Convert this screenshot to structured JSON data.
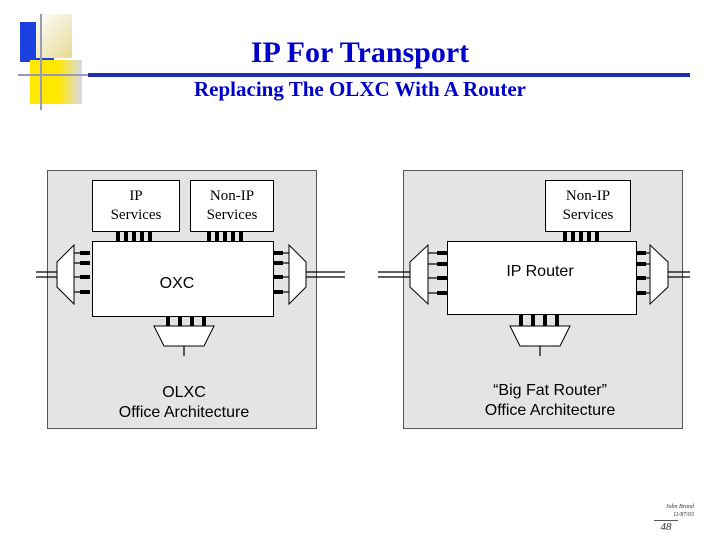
{
  "header": {
    "title": "IP For Transport",
    "subtitle": "Replacing The OLXC With A Router"
  },
  "left_panel": {
    "service_box_1": "IP\nServices",
    "service_box_2": "Non-IP\nServices",
    "core_label": "OXC",
    "caption": "OLXC\nOffice Architecture"
  },
  "right_panel": {
    "service_box": "Non-IP\nServices",
    "core_label": "IP Router",
    "caption": "“Big Fat Router”\nOffice Architecture"
  },
  "footer": {
    "author": "John Brand",
    "date": "11/87/03",
    "page_number": "48"
  },
  "colors": {
    "title": "#0000cc",
    "rule": "#1f2fb0",
    "panel": "#e4e4e4",
    "deco_blue": "#1b3fe0",
    "deco_yellow": "#ffe800",
    "deco_light": "#d8d8f0"
  }
}
